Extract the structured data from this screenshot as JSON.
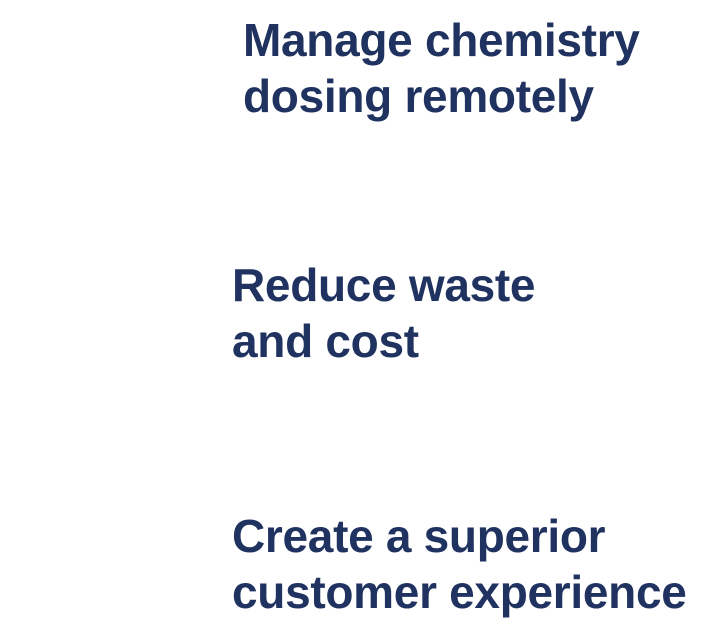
{
  "benefits": [
    {
      "line1": "Manage chemistry",
      "line2": "dosing remotely"
    },
    {
      "line1": "Reduce waste",
      "line2": "and cost"
    },
    {
      "line1": "Create a superior",
      "line2": "customer experience"
    }
  ],
  "colors": {
    "heading_text": "#1f3260",
    "background": "#ffffff"
  }
}
